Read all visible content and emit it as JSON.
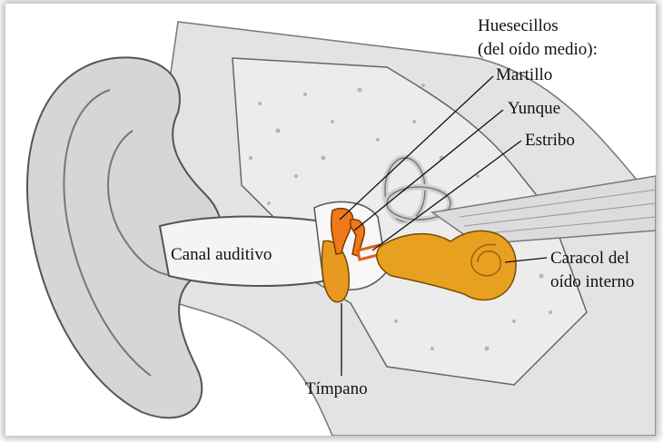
{
  "labels": {
    "ossicles_title_1": "Huesecillos",
    "ossicles_title_2": "(del oído medio):",
    "malleus": "Martillo",
    "incus": "Yunque",
    "stapes": "Estribo",
    "ear_canal": "Canal auditivo",
    "cochlea_1": "Caracol del",
    "cochlea_2": "oído interno",
    "eardrum": "Tímpano"
  },
  "colors": {
    "tissue_gray": "#d9d9d9",
    "bone_gray": "#e6e6e6",
    "canal_white": "#f2f2f2",
    "ossicle_orange": "#f07a1a",
    "cochlea_gold": "#e8a020",
    "outline": "#555555"
  }
}
